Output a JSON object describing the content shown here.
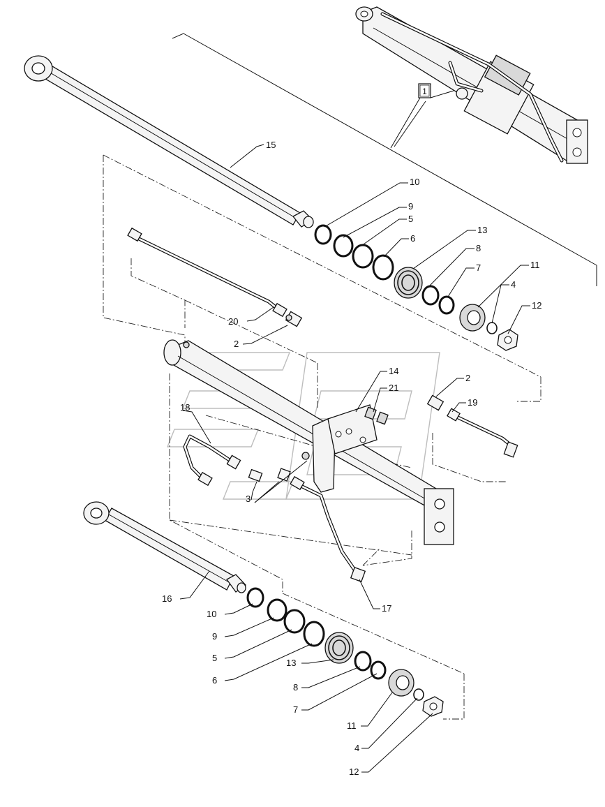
{
  "diagram": {
    "callouts": {
      "assembly_ref": "1",
      "c15": "15",
      "c10a": "10",
      "c9a": "9",
      "c5a": "5",
      "c6a": "6",
      "c13a": "13",
      "c8a": "8",
      "c7a": "7",
      "c11a": "11",
      "c4a": "4",
      "c12a": "12",
      "c20": "20",
      "c2a": "2",
      "c14": "14",
      "c21": "21",
      "c2b": "2",
      "c19": "19",
      "c18": "18",
      "c3": "3",
      "c17": "17",
      "c16": "16",
      "c10b": "10",
      "c9b": "9",
      "c5b": "5",
      "c6b": "6",
      "c13b": "13",
      "c8b": "8",
      "c7b": "7",
      "c11b": "11",
      "c4b": "4",
      "c12b": "12"
    }
  }
}
